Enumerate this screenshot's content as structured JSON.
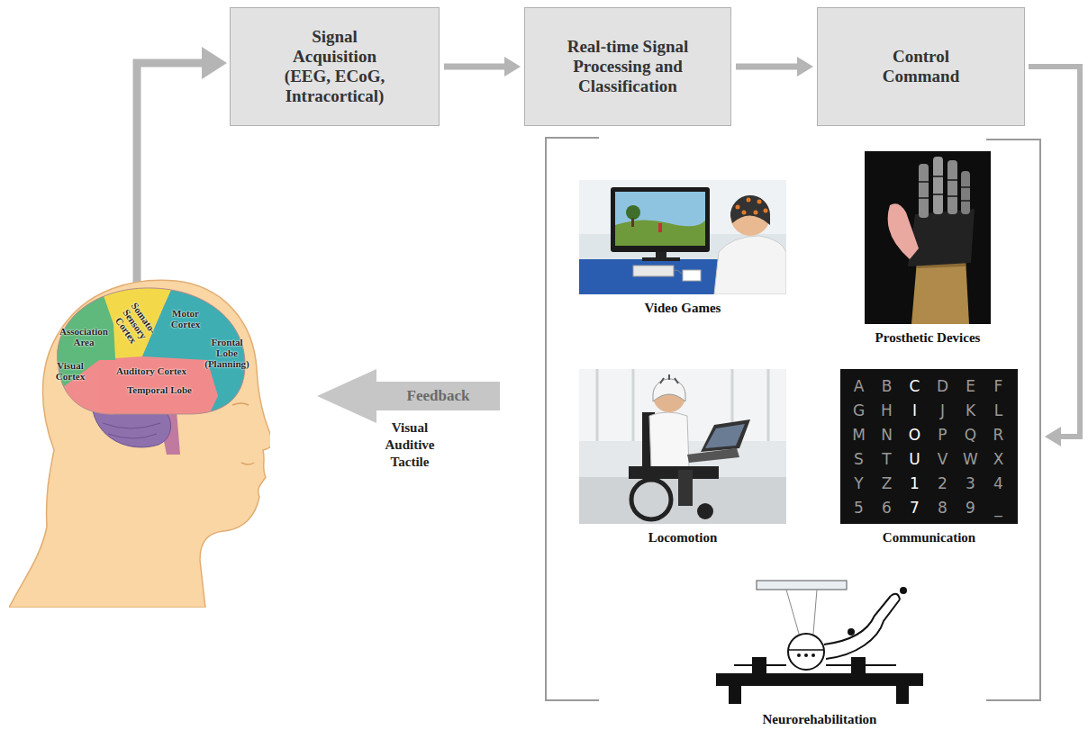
{
  "diagram": {
    "nodes": [
      {
        "text": [
          "Signal Acquisition (EEG, ECoG, Intracortical)"
        ]
      },
      {
        "text": [
          "Real-time Signal Processing and Classification"
        ]
      },
      {
        "text": [
          "Control Command"
        ]
      },
      {
        "text": []
      },
      {
        "text": [
          "Video Games"
        ],
        "in": 3
      },
      {
        "text": [
          "Prosthetic Devices"
        ],
        "in": 3
      },
      {
        "text": [
          "Locomotion"
        ],
        "in": 3
      },
      {
        "text": [
          "Communication"
        ],
        "in": 3
      },
      {
        "text": [
          "Neurorehabilitation"
        ],
        "in": 3
      },
      {
        "text": [
          "Somato- Sensory Cortex",
          "Motor Cortex",
          "Association Area",
          "Frontal Lobe (Planning)",
          "Visual Cortex",
          "Auditory Cortex",
          "Temporal Lobe"
        ]
      }
    ],
    "edges": [
      {
        "from": 0,
        "to": 1,
        "arrow": "to"
      },
      {
        "from": 1,
        "to": 2,
        "arrow": "to"
      },
      {
        "from": 2,
        "to": 3,
        "arrow": "to"
      },
      {
        "from": 3,
        "to": 9,
        "arrow": "to",
        "label": "Feedback"
      },
      {
        "from": 9,
        "to": 0,
        "arrow": "to"
      }
    ],
    "labels": [
      "Visual Auditive Tactile",
      "A",
      "B",
      "C",
      "D",
      "E",
      "F",
      "G",
      "H",
      "I",
      "J",
      "K",
      "L",
      "M",
      "N",
      "O",
      "P",
      "Q",
      "R",
      "S",
      "T",
      "U",
      "V",
      "W",
      "X",
      "Y",
      "Z",
      "1",
      "2",
      "3",
      "4",
      "5",
      "6",
      "7",
      "8",
      "9",
      "_"
    ]
  }
}
